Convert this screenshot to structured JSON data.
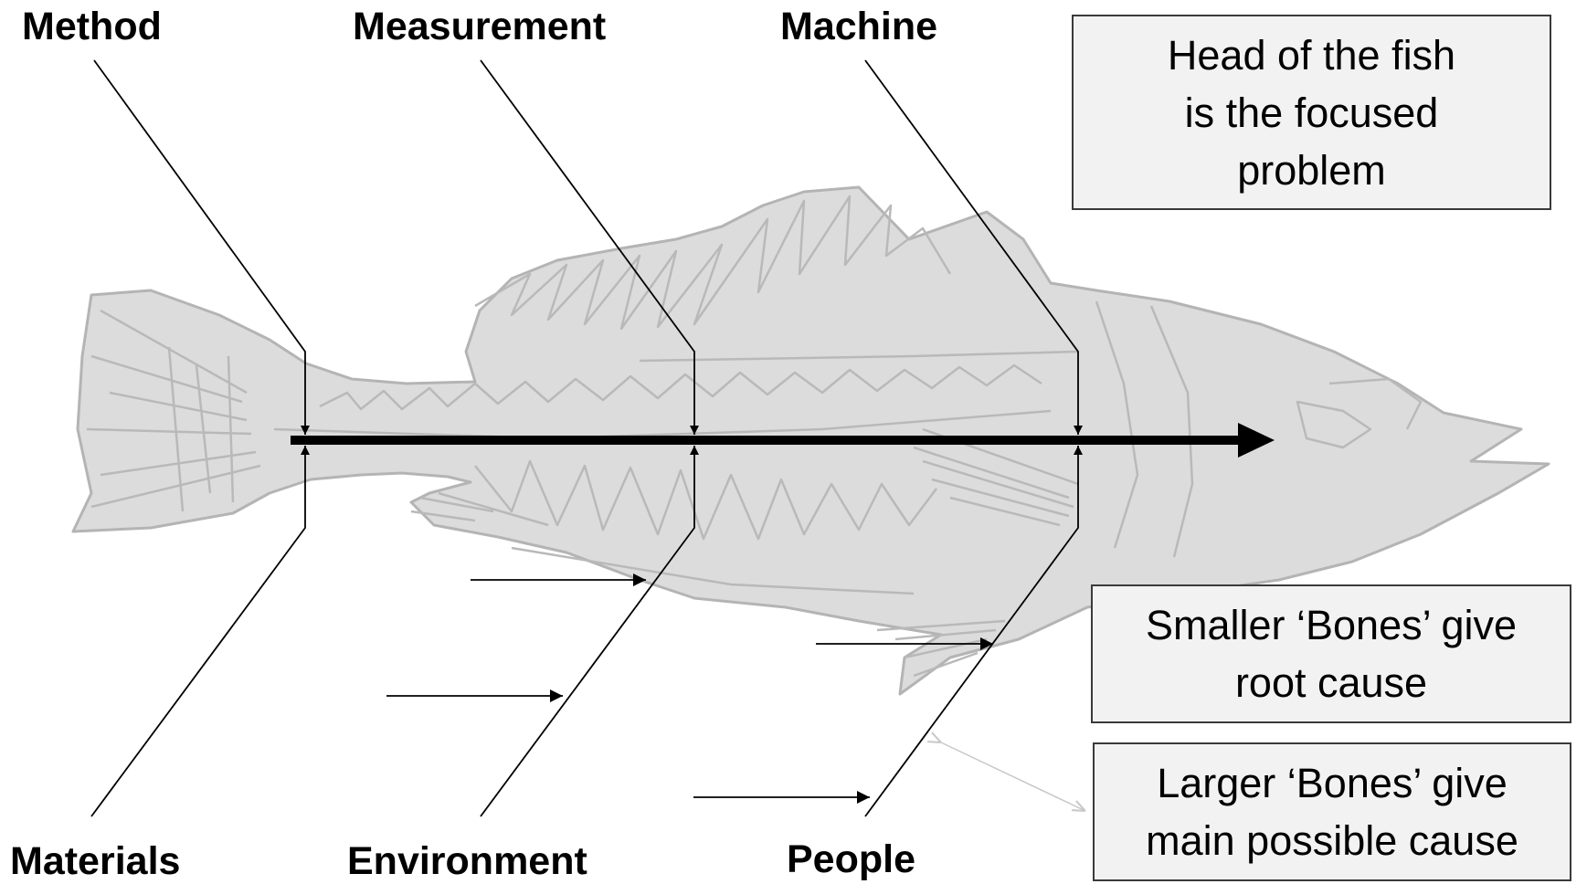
{
  "categories": {
    "method": "Method",
    "measurement": "Measurement",
    "machine": "Machine",
    "materials": "Materials",
    "environment": "Environment",
    "people": "People"
  },
  "notes": {
    "head": [
      "Head of the fish",
      "is the focused",
      "problem"
    ],
    "smaller_bones": [
      "Smaller ‘Bones’ give",
      "root cause"
    ],
    "larger_bones": [
      "Larger ‘Bones’ give",
      "main possible cause"
    ]
  },
  "colors": {
    "fish_fill": "#dcdcdc",
    "fish_stroke": "#b4b4b4",
    "spine": "#000000",
    "note_fill": "#f2f2f2"
  }
}
